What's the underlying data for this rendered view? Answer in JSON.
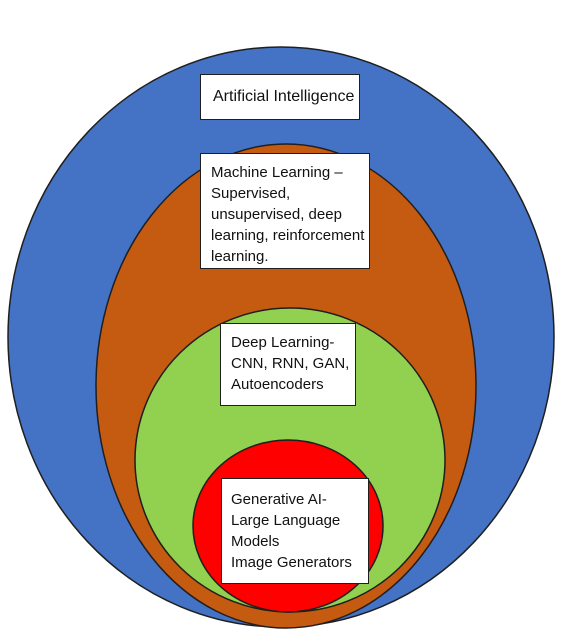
{
  "colors": {
    "artificial_intelligence": "#4472c4",
    "machine_learning": "#c55a11",
    "deep_learning": "#92d050",
    "generative_ai": "#ff0000",
    "outline": "#1f1f1f",
    "label_background": "#ffffff"
  },
  "layers": {
    "artificial_intelligence": {
      "lines": [
        "Artificial Intelligence"
      ]
    },
    "machine_learning": {
      "lines": [
        "Machine Learning –",
        "Supervised,",
        "unsupervised, deep",
        "learning, reinforcement",
        "learning."
      ]
    },
    "deep_learning": {
      "lines": [
        "Deep Learning-",
        "CNN, RNN, GAN,",
        "Autoencoders"
      ]
    },
    "generative_ai": {
      "lines": [
        "Generative AI-",
        "Large Language",
        "Models",
        "Image Generators"
      ]
    }
  }
}
